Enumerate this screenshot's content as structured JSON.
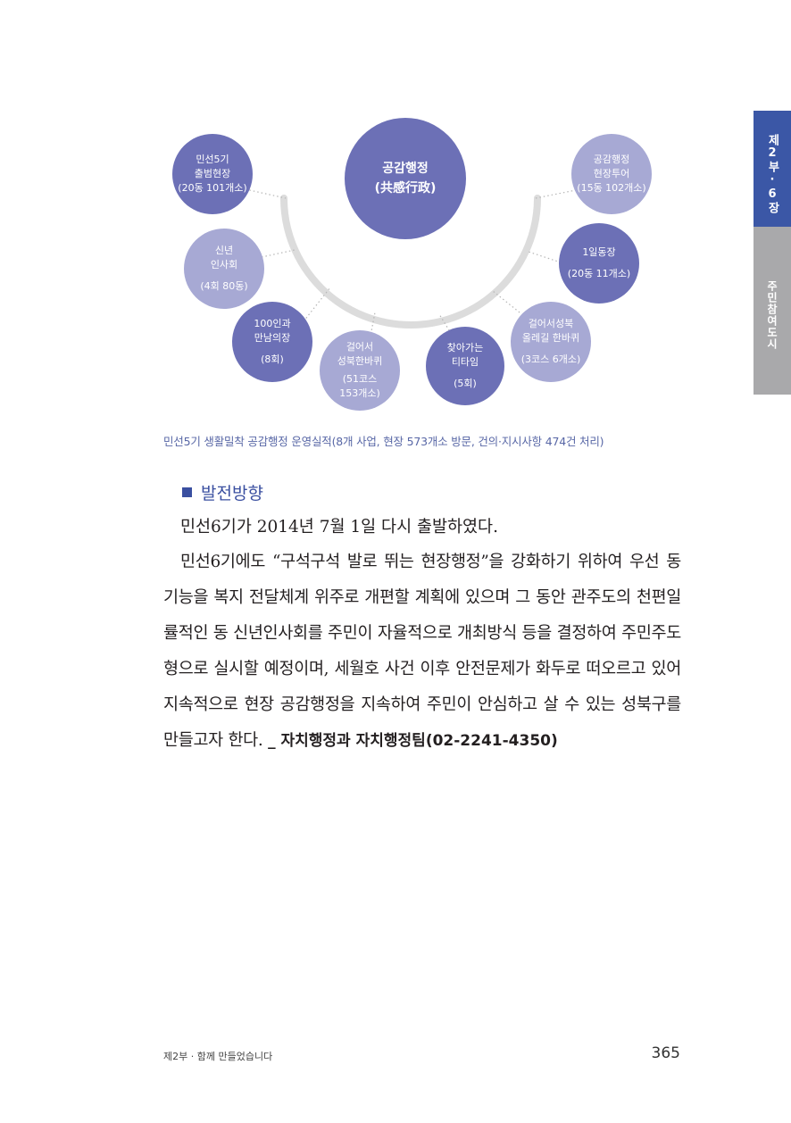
{
  "side_tabs": {
    "chapter": "제2부·6장",
    "title": "주민참여도시"
  },
  "diagram": {
    "center": [
      "공감행정",
      "(共感行政)"
    ],
    "nodes": [
      {
        "id": "inauguration",
        "lines": [
          "민선5기",
          "출범현장",
          "(20동 101개소)"
        ]
      },
      {
        "id": "newyear",
        "lines": [
          "신년",
          "인사회",
          "(4회 80동)"
        ]
      },
      {
        "id": "meeting100",
        "lines": [
          "100인과",
          "만남의장",
          "(8회)"
        ]
      },
      {
        "id": "walk",
        "lines": [
          "걸어서",
          "성북한바퀴",
          "(51코스",
          "153개소)"
        ]
      },
      {
        "id": "teatime",
        "lines": [
          "찾아가는",
          "티타임",
          "(5회)"
        ]
      },
      {
        "id": "olle",
        "lines": [
          "걸어서성북",
          "올레길 한바퀴",
          "(3코스 6개소)"
        ]
      },
      {
        "id": "oneday",
        "lines": [
          "1일동장",
          "(20동 11개소)"
        ]
      },
      {
        "id": "tour",
        "lines": [
          "공감행정",
          "현장투어",
          "(15동 102개소)"
        ]
      }
    ]
  },
  "caption": "민선5기 생활밀착 공감행정 운영실적(8개 사업, 현장 573개소 방문, 건의·지시사항 474건 처리)",
  "section": {
    "heading": "발전방향",
    "para1": "민선6기가 2014년 7월 1일 다시 출발하였다.",
    "para2": "민선6기에도 “구석구석 발로 뛰는 현장행정”을 강화하기 위하여 우선 동 기능을 복지 전달체계 위주로 개편할 계획에 있으며 그 동안 관주도의 천편일률적인 동 신년인사회를 주민이 자율적으로 개최방식 등을 결정하여 주민주도형으로 실시할 예정이며, 세월호 사건 이후 안전문제가 화두로 떠오르고 있어 지속적으로 현장 공감행정을 지속하여 주민이 안심하고 살 수 있는 성북구를 만들고자 한다.",
    "contact": "_ 자치행정과 자치행정팀(02-2241-4350)"
  },
  "footer": {
    "left": "제2부 · 함께 만들었습니다",
    "page": "365"
  },
  "colors": {
    "dark_circle": "#6c70b6",
    "light_circle": "#a7a9d4",
    "accent_blue": "#3b57a6",
    "tab_gray": "#a9a9ab"
  }
}
